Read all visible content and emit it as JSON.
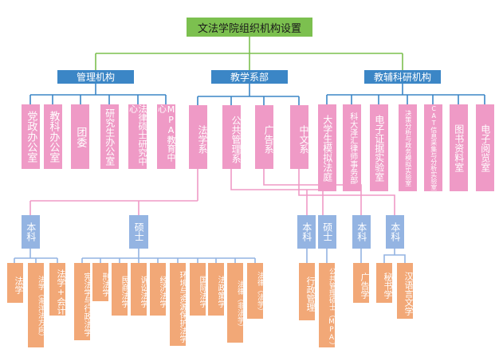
{
  "root": "文法学院组织机构设置",
  "categories": {
    "management": "管理机构",
    "teaching": "教学系部",
    "research": "教辅科研机构"
  },
  "management_units": [
    "党政办公室",
    "教科办公室",
    "团委",
    "研究生办公室",
    "法律硕士研究中心",
    "MPA教育中心"
  ],
  "departments": {
    "law": "法学系",
    "public_admin": "公共管理系",
    "advertising": "广告系",
    "chinese": "中文系"
  },
  "research_units": [
    "大学生模拟法庭",
    "科大泽汇律师事务部",
    "电子证据实验室",
    "决策分析与政务模拟实验室",
    "CAT信息采集与分析实验室",
    "图书资料室",
    "电子阅览室"
  ],
  "levels": {
    "undergrad": "本科",
    "master": "硕士"
  },
  "law_undergrad": [
    "法学",
    "法学（海洋法方向）",
    "法学+会计"
  ],
  "law_master": [
    "宪法学与行政法学",
    "刑法学",
    "民商法学",
    "诉讼法学",
    "经济法学",
    "环境与资源保护法学",
    "国际法学",
    "法政策学",
    "法律（非法学）",
    "法律（法学）"
  ],
  "pa_undergrad": [
    "行政管理"
  ],
  "pa_master": [
    "公共管理硕士（MPA）"
  ],
  "adv_undergrad": [
    "广告学"
  ],
  "chinese_undergrad": [
    "秘书学",
    "汉语言文学"
  ]
}
